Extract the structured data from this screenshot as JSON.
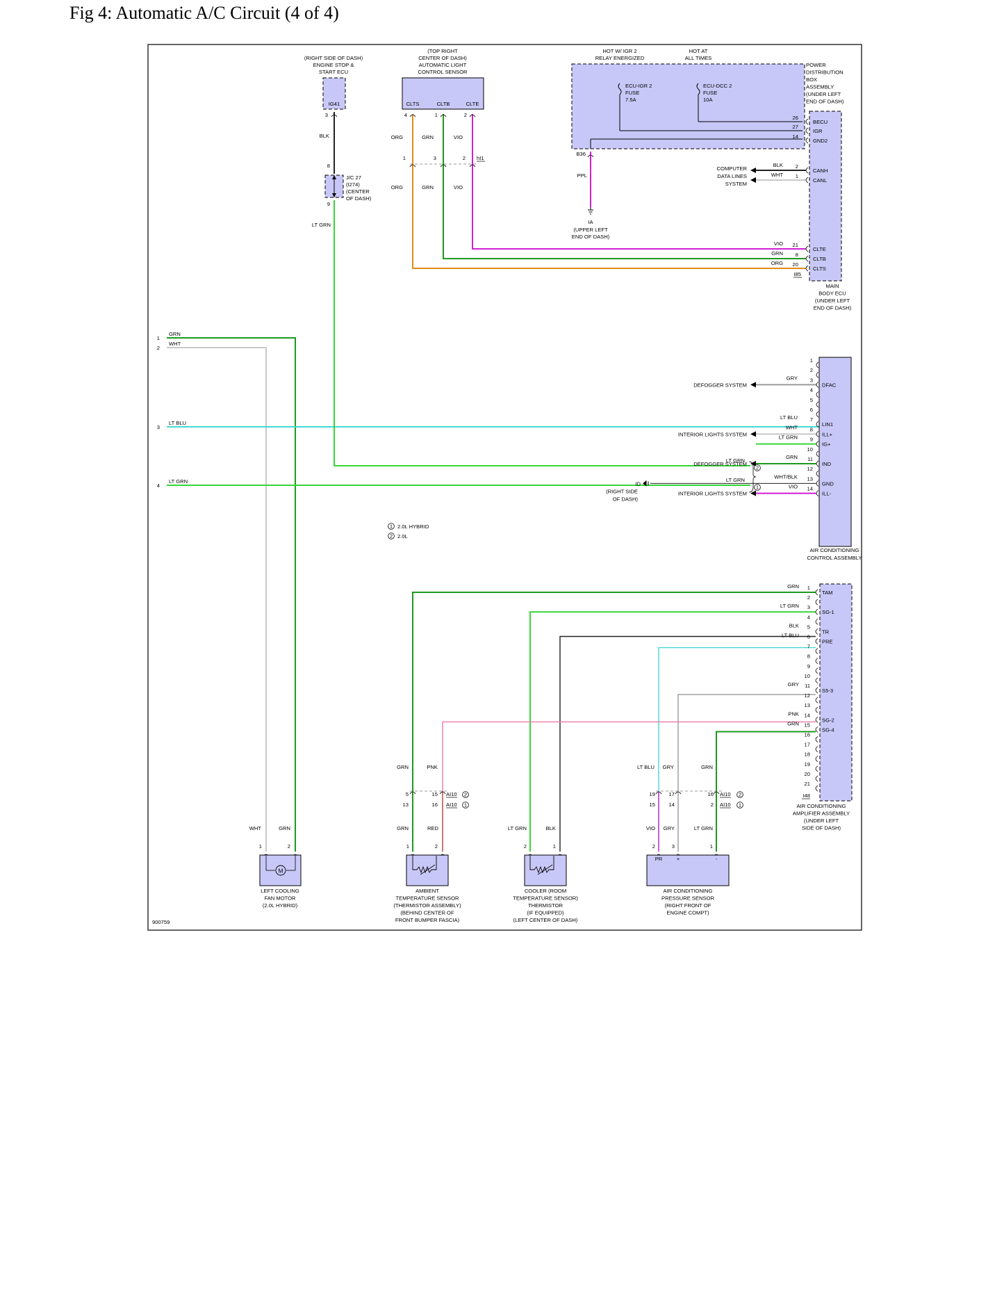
{
  "title": "Fig 4: Automatic A/C Circuit (4 of 4)",
  "diagram_id": "900759",
  "colors": {
    "GRN": "#1c9a1c",
    "LT_GRN": "#36d636",
    "WHT": "#c8c8c8",
    "LT_BLU": "#45d8d8",
    "ORG": "#e08a16",
    "VIO": "#d21ed2",
    "PINK": "#e87aa8",
    "RED": "#b83a3a",
    "BLK": "#222222",
    "GRY": "#9a9a9a",
    "PPL": "#d21ed2",
    "box_fill": "#c8c8f8"
  },
  "components": {
    "engine_ecu": {
      "l1": "(RIGHT SIDE OF DASH)",
      "l2": "ENGINE STOP &",
      "l3": "START ECU",
      "connector": "IG41",
      "pin_top": "3",
      "wire": "BLK"
    },
    "jc27": {
      "l1": "J/C 27",
      "l2": "(I274)",
      "l3": "(CENTER",
      "l4": "OF DASH)",
      "pin_top": "8",
      "pin_bottom": "9",
      "wire": "LT GRN"
    },
    "light_sensor": {
      "l1": "(TOP RIGHT",
      "l2": "CENTER OF DASH)",
      "l3": "AUTOMATIC LIGHT",
      "l4": "CONTROL SENSOR",
      "pins": [
        "CLTS",
        "CLTB",
        "CLTE"
      ],
      "pin_nums": [
        "4",
        "1",
        "2"
      ],
      "wires": [
        "ORG",
        "GRN",
        "VIO"
      ],
      "splice_nums": [
        "1",
        "3",
        "2"
      ],
      "splice_conn": "hI1"
    },
    "power_dist": {
      "hot1_l1": "HOT W/ IGR 2",
      "hot1_l2": "RELAY ENERGIZED",
      "hot2_l1": "HOT AT",
      "hot2_l2": "ALL TIMES",
      "fuse1": [
        "ECU-IGR 2",
        "FUSE",
        "7.5A"
      ],
      "fuse2": [
        "ECU-DCC 2",
        "FUSE",
        "10A"
      ],
      "label": [
        "POWER",
        "DISTRIBUTION",
        "BOX",
        "ASSEMBLY",
        "(UNDER LEFT",
        "END OF DASH)"
      ],
      "conn": "B36",
      "wire": "PPL",
      "ground": [
        "IA",
        "(UPPER LEFT",
        "END OF DASH)"
      ]
    },
    "main_body_ecu": {
      "pins": [
        {
          "n": "26",
          "name": "BECU"
        },
        {
          "n": "27",
          "name": "IGR"
        },
        {
          "n": "14",
          "name": "GND2"
        },
        {
          "n": "2",
          "name": "CANH",
          "wire": "BLK"
        },
        {
          "n": "1",
          "name": "CANL",
          "wire": "WHT"
        },
        {
          "n": "21",
          "name": "CLTE",
          "wire": "VIO"
        },
        {
          "n": "8",
          "name": "CLTB",
          "wire": "GRN"
        },
        {
          "n": "20",
          "name": "CLTS",
          "wire": "ORG"
        }
      ],
      "computer": [
        "COMPUTER",
        "DATA LINES",
        "SYSTEM"
      ],
      "conn": "I85",
      "label": [
        "MAIN",
        "BODY ECU",
        "(UNDER LEFT",
        "END OF DASH)"
      ]
    },
    "left_side": [
      {
        "n": "1",
        "wire": "GRN"
      },
      {
        "n": "2",
        "wire": "WHT"
      },
      {
        "n": "3",
        "wire": "LT BLU"
      },
      {
        "n": "4",
        "wire": "LT GRN"
      }
    ],
    "ac_control": {
      "pin_nums": [
        "1",
        "2",
        "3",
        "4",
        "5",
        "6",
        "7",
        "8",
        "9",
        "10",
        "11",
        "12",
        "13",
        "14"
      ],
      "pin_names": {
        "3": "DFAC",
        "7": "LIN1",
        "8": "ILL+",
        "9": "IG+",
        "11": "IND",
        "13": "GND",
        "14": "ILL-"
      },
      "wires": {
        "3": "GRY",
        "7": "LT BLU",
        "8": "WHT",
        "9": "LT GRN",
        "11": "GRN",
        "13": "WHT/BLK",
        "14": "VIO"
      },
      "defogger1": "DEFOGGER SYSTEM",
      "interior1": "INTERIOR LIGHTS SYSTEM",
      "defogger2": "DEFOGGER SYSTEM",
      "interior2": "INTERIOR LIGHTS SYSTEM",
      "ltgrn_a": "LT GRN",
      "ltgrn_b": "LT GRN",
      "opt_a": "2",
      "opt_b": "1",
      "ground": [
        "ID",
        "(RIGHT SIDE",
        "OF DASH)"
      ],
      "label": [
        "AIR CONDITIONING",
        "CONTROL ASSEMBLY"
      ]
    },
    "legend": [
      {
        "n": "1",
        "text": "2.0L HYBRID"
      },
      {
        "n": "2",
        "text": "2.0L"
      }
    ],
    "ac_amp": {
      "pin_nums": [
        "1",
        "2",
        "3",
        "4",
        "5",
        "6",
        "7",
        "8",
        "9",
        "10",
        "11",
        "12",
        "13",
        "14",
        "15",
        "16",
        "17",
        "18",
        "19",
        "20",
        "21"
      ],
      "pin_names": {
        "1": "TAM",
        "3": "SG-1",
        "5": "TR",
        "6": "PRE",
        "11": "S5-3",
        "14": "SG-2",
        "15": "SG-4"
      },
      "wires": {
        "1": "GRN",
        "3": "LT GRN",
        "5": "BLK",
        "6": "LT BLU",
        "11": "GRY",
        "14": "PNK",
        "15": "GRN"
      },
      "conn": "I48",
      "label": [
        "AIR CONDITIONING",
        "AMPLIFIER ASSEMBLY",
        "(UNDER LEFT",
        "SIDE OF DASH)"
      ]
    },
    "amb_splice": {
      "wires_top": [
        "GRN",
        "PNK"
      ],
      "row1": [
        "5",
        "15"
      ],
      "row2": [
        "13",
        "16"
      ],
      "conn": "AI10",
      "opts": [
        "2",
        "1"
      ],
      "wires_bottom": [
        "GRN",
        "RED"
      ]
    },
    "pr_splice": {
      "wires_top": [
        "LT BLU",
        "GRY",
        "GRN"
      ],
      "row1": [
        "19",
        "17",
        "16"
      ],
      "row2": [
        "15",
        "14",
        "2"
      ],
      "conn": "AI10",
      "opts": [
        "2",
        "1"
      ],
      "wires_bottom": [
        "VIO",
        "GRY",
        "LT GRN"
      ]
    },
    "fan_motor": {
      "wires": [
        "WHT",
        "GRN"
      ],
      "pins": [
        "1",
        "2"
      ],
      "symbol": "M",
      "label": [
        "LEFT COOLING",
        "FAN MOTOR",
        "(2.0L HYBRID)"
      ]
    },
    "ambient_sensor": {
      "pins": [
        "1",
        "2"
      ],
      "label": [
        "AMBIENT",
        "TEMPERATURE SENSOR",
        "(THERMISTOR ASSEMBLY)",
        "(BEHIND CENTER OF",
        "FRONT BUMPER FASCIA)"
      ]
    },
    "cooler_sensor": {
      "wires": [
        "LT GRN",
        "BLK"
      ],
      "pins": [
        "2",
        "1"
      ],
      "label": [
        "COOLER (ROOM",
        "TEMPERATURE SENSOR)",
        "THERMISTOR",
        "(IF EQUIPPED)",
        "(LEFT CENTER OF DASH)"
      ]
    },
    "pressure_sensor": {
      "pins": [
        "2",
        "3",
        "1"
      ],
      "pin_names": [
        "PR",
        "+",
        "-"
      ],
      "label": [
        "AIR CONDITIONING",
        "PRESSURE SENSOR",
        "(RIGHT FRONT OF",
        "ENGINE COMPT)"
      ]
    }
  }
}
